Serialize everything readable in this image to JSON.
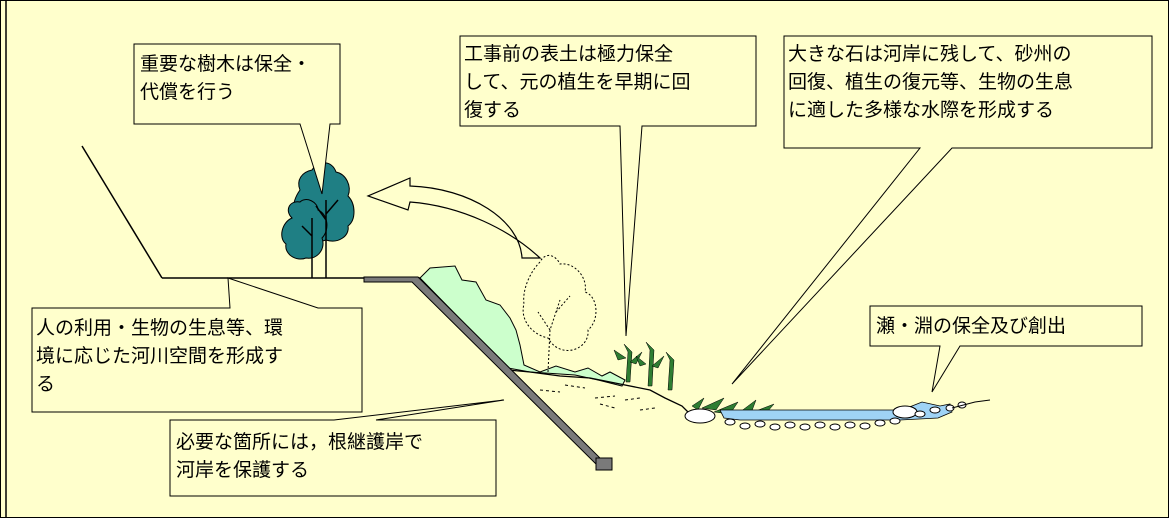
{
  "colors": {
    "background": "#FFFFCC",
    "frame": "#000000",
    "callout_fill": "#FFFFCC",
    "tree_fill": "#1F7F84",
    "vegetation_fill": "#CCFFCC",
    "water_fill": "#9FD3F5",
    "revetment_fill": "#7A7A7A",
    "grass_fill": "#2E7D32"
  },
  "callouts": {
    "trees": "重要な樹木は保全・\n代償を行う",
    "topsoil": "工事前の表土は極力保全\nして、元の植生を早期に回\n復する",
    "stones": "大きな石は河岸に残して、砂州の\n回復、植生の復元等、生物の生息\nに適した多様な水際を形成する",
    "rapids": "瀬・淵の保全及び創出",
    "space": "人の利用・生物の生息等、環\n境に応じた河川空間を形成す\nる",
    "revetment": "必要な箇所には，根継護岸で\n河岸を保護する"
  },
  "icons": {
    "tree": "tree-icon",
    "transplant_arrow": "curved-arrow-icon",
    "revetment": "revetment-icon",
    "water": "water-icon",
    "grass": "grass-icon"
  }
}
